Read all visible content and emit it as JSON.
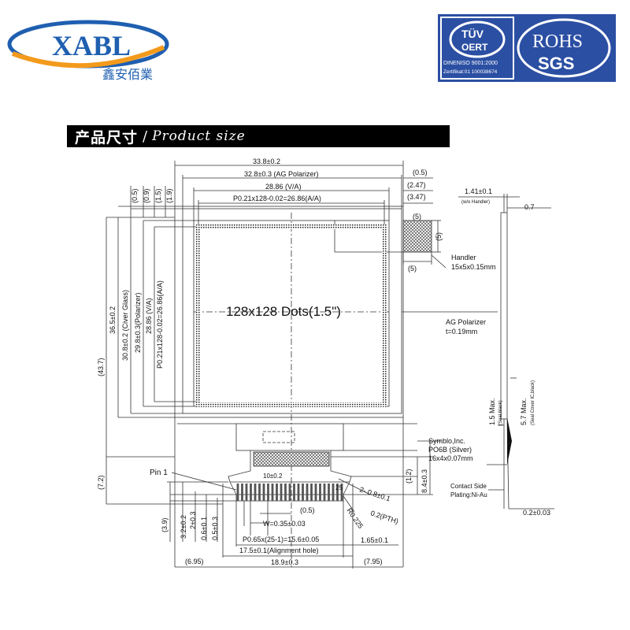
{
  "brand": {
    "logo_text": "XABL",
    "logo_cn": "鑫安佰業",
    "tuv_text": "TÜV",
    "tuv_sub": "OERT",
    "cert_line1": "DINENISO 9001:2000",
    "cert_line2": "Zertifikat:01  100038674",
    "rohs": "ROHS",
    "sgs": "SGS",
    "colors": {
      "logo_blue": "#1f5fb0",
      "logo_orange": "#f39a1c",
      "cert_blue": "#2b4fa3"
    }
  },
  "banner": {
    "cn": "产品尺寸",
    "separator": "/",
    "en": "Product size"
  },
  "drawing": {
    "center_label": "128x128 Dots(1.5\")",
    "top_dims": [
      "33.8±0.2",
      "32.8±0.3 (AG Polarizer)",
      "28.86 (V/A)",
      "P0.21x128-0.02=26.86(A/A)"
    ],
    "top_right_dims": [
      "(0.5)",
      "(2.47)",
      "(3.47)"
    ],
    "left_small_dims": [
      "(0.5)",
      "(0.9)",
      "(1.5)",
      "(1.9)"
    ],
    "left_vertical_dims": [
      "(43.7)",
      "36.5±0.2",
      "30.8±0.2 (Civer Glass)",
      "29.8±0.3(Polarizer)",
      "28.86 (V/A)",
      "P0.21x128-0.02=26.86(A/A)"
    ],
    "handler_dims": [
      "(5)",
      "(5)",
      "(5)"
    ],
    "handler_label": "Handler",
    "handler_size": "15x5x0.15mm",
    "side_top": [
      "1.41±0.1",
      "(w/o Handler)",
      "0.7"
    ],
    "ag_label": "AG Polarizer",
    "ag_thickness": "t=0.19mm",
    "side_dims": [
      "1.5 Max.",
      "(Seal,black)",
      "5.7 Max.",
      "(Seal Cover IC,black)"
    ],
    "symbol": [
      "Symblo,Inc.",
      "PO6B (Silver)",
      "16x4x0.07mm"
    ],
    "pin1": "Pin 1",
    "pin25": "25",
    "dims_fpc_right": [
      "(1.2)",
      "8.4±0.3"
    ],
    "fpc_width_top": "10±0.2",
    "hole_dims": [
      "2-  0.8±0.1",
      "0.2(PTH)",
      "R0.225"
    ],
    "contact": [
      "Contact Side",
      "Plating:Ni-Au"
    ],
    "thickness": "0.2±0.03",
    "left_bottom_dims": [
      "(7.2)",
      "(3.9)",
      "3.2±0.2",
      "2±0.3",
      "0.6±0.1",
      "0.5±0.3"
    ],
    "bottom_dims": [
      "(0.5)",
      "W=0.35±0.03",
      "P0.65x(25-1)=15.6±0.05",
      "1.65±0.1",
      "17.5±0.1(Alignment hole)",
      "18.9±0.3",
      "(6.95)",
      "(7.95)"
    ]
  }
}
